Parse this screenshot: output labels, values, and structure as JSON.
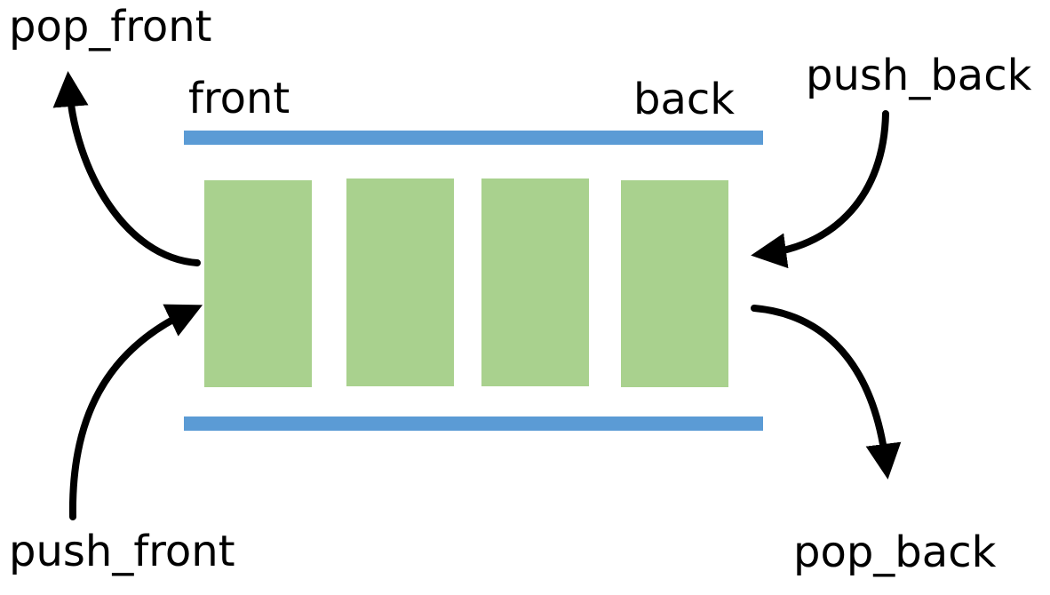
{
  "labels": {
    "front": "front",
    "back": "back",
    "pop_front": "pop_front",
    "push_back": "push_back",
    "push_front": "push_front",
    "pop_back": "pop_back"
  },
  "elements_count": 4,
  "colors": {
    "rail": "#5b9bd5",
    "element": "#a9d18e",
    "arrow": "#000000",
    "text": "#000000"
  }
}
